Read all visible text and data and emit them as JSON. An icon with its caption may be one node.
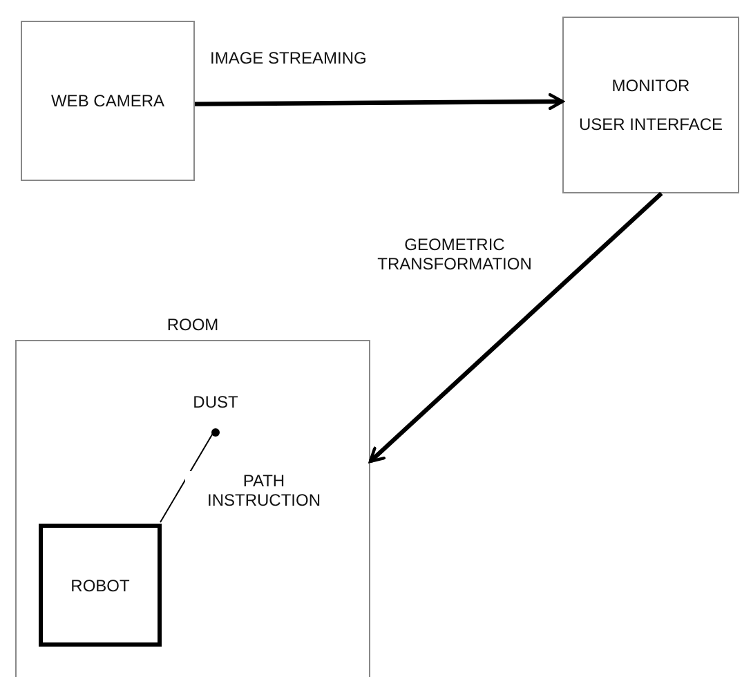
{
  "diagram": {
    "nodes": [
      {
        "text": [
          "WEB CAMERA"
        ]
      },
      {
        "text": [
          "MONITOR",
          "USER INTERFACE"
        ]
      },
      {
        "text": [
          "ROOM"
        ]
      },
      {
        "text": [
          "DUST"
        ],
        "in": 2
      },
      {
        "text": [
          "ROBOT"
        ],
        "in": 2
      }
    ],
    "edges": [
      {
        "from": 0,
        "to": 1,
        "arrow": "to",
        "label": "IMAGE STREAMING"
      },
      {
        "from": 1,
        "to": 2,
        "arrow": "to",
        "label": "GEOMETRIC TRANSFORMATION"
      },
      {
        "from": 4,
        "to": 3,
        "arrow": "none",
        "label": "PATH INSTRUCTION"
      }
    ]
  }
}
